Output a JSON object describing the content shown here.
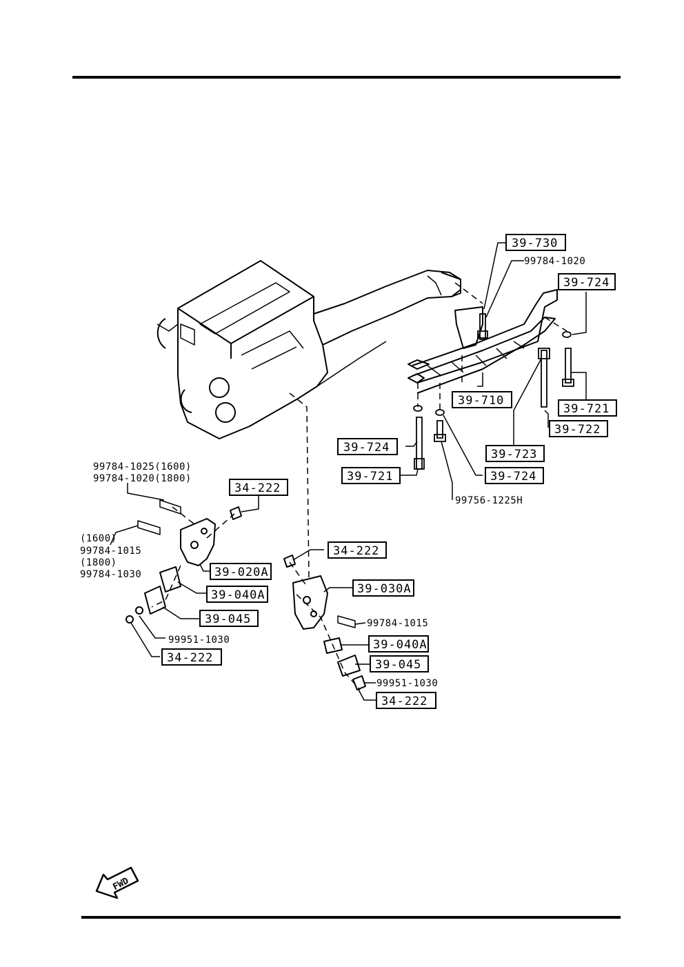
{
  "boxed_labels": [
    {
      "id": "b1",
      "text": "39-730"
    },
    {
      "id": "b2",
      "text": "39-724"
    },
    {
      "id": "b3",
      "text": "39-710"
    },
    {
      "id": "b4",
      "text": "39-721"
    },
    {
      "id": "b5",
      "text": "39-722"
    },
    {
      "id": "b6",
      "text": "39-724"
    },
    {
      "id": "b7",
      "text": "39-723"
    },
    {
      "id": "b8",
      "text": "39-721"
    },
    {
      "id": "b9",
      "text": "39-724"
    },
    {
      "id": "b10",
      "text": "34-222"
    },
    {
      "id": "b11",
      "text": "39-020A"
    },
    {
      "id": "b12",
      "text": "39-040A"
    },
    {
      "id": "b13",
      "text": "39-045"
    },
    {
      "id": "b14",
      "text": "34-222"
    },
    {
      "id": "b15",
      "text": "34-222"
    },
    {
      "id": "b16",
      "text": "39-030A"
    },
    {
      "id": "b17",
      "text": "39-040A"
    },
    {
      "id": "b18",
      "text": "39-045"
    },
    {
      "id": "b19",
      "text": "34-222"
    }
  ],
  "plain_labels": [
    {
      "id": "p1",
      "text": "99784-1020"
    },
    {
      "id": "p2",
      "text": "99756-1225H"
    },
    {
      "id": "p3",
      "text": "99784-1025(1600)"
    },
    {
      "id": "p4",
      "text": "99784-1020(1800)"
    },
    {
      "id": "p5",
      "text": "(1600)"
    },
    {
      "id": "p6",
      "text": "99784-1015"
    },
    {
      "id": "p7",
      "text": "(1800)"
    },
    {
      "id": "p8",
      "text": "99784-1030"
    },
    {
      "id": "p9",
      "text": "99951-1030"
    },
    {
      "id": "p10",
      "text": "99784-1015"
    },
    {
      "id": "p11",
      "text": "99951-1030"
    }
  ],
  "fwd_arrow_text": "FWD"
}
